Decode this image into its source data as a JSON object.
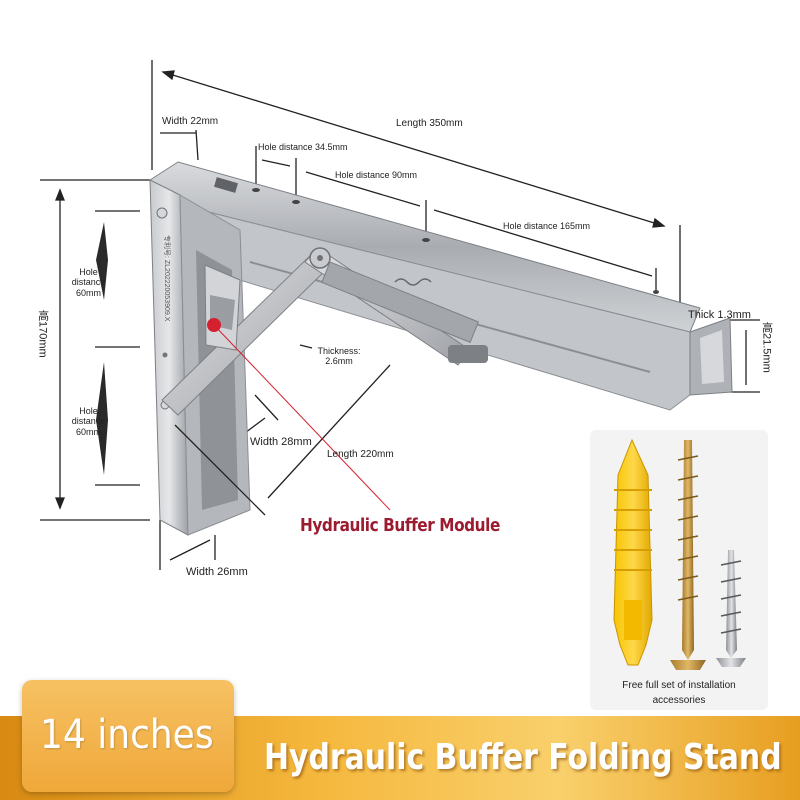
{
  "dimensions": {
    "width_top": "Width 22mm",
    "length_total": "Length 350mm",
    "hole_distance_1": "Hole distance 34.5mm",
    "hole_distance_2": "Hole distance 90mm",
    "hole_distance_3": "Hole distance 165mm",
    "thick": "Thick 1.3mm",
    "height_right": "高21.5mm",
    "height_left": "高170mm",
    "hole_distance_upper": "Hole\ndistance\n60mm",
    "hole_distance_lower": "Hole\ndistance\n60mm",
    "thickness": "Thickness:\n2.6mm",
    "width_arm": "Width 28mm",
    "length_arm": "Length 220mm",
    "width_bottom": "Width 26mm"
  },
  "module_label": "Hydraulic Buffer Module",
  "accessories_caption": "Free full set of installation\naccessories",
  "size_label": "14 inches",
  "product_title": "Hydraulic Buffer Folding Stand",
  "colors": {
    "accent_red": "#9b1b30",
    "banner_orange": "#f0a83a",
    "anchor_yellow": "#f5c400",
    "steel": "#b9bcc0"
  },
  "icons": {
    "bracket": "folding-bracket-illustration",
    "anchor": "plastic-wall-anchor-icon",
    "screw": "screw-icon"
  }
}
